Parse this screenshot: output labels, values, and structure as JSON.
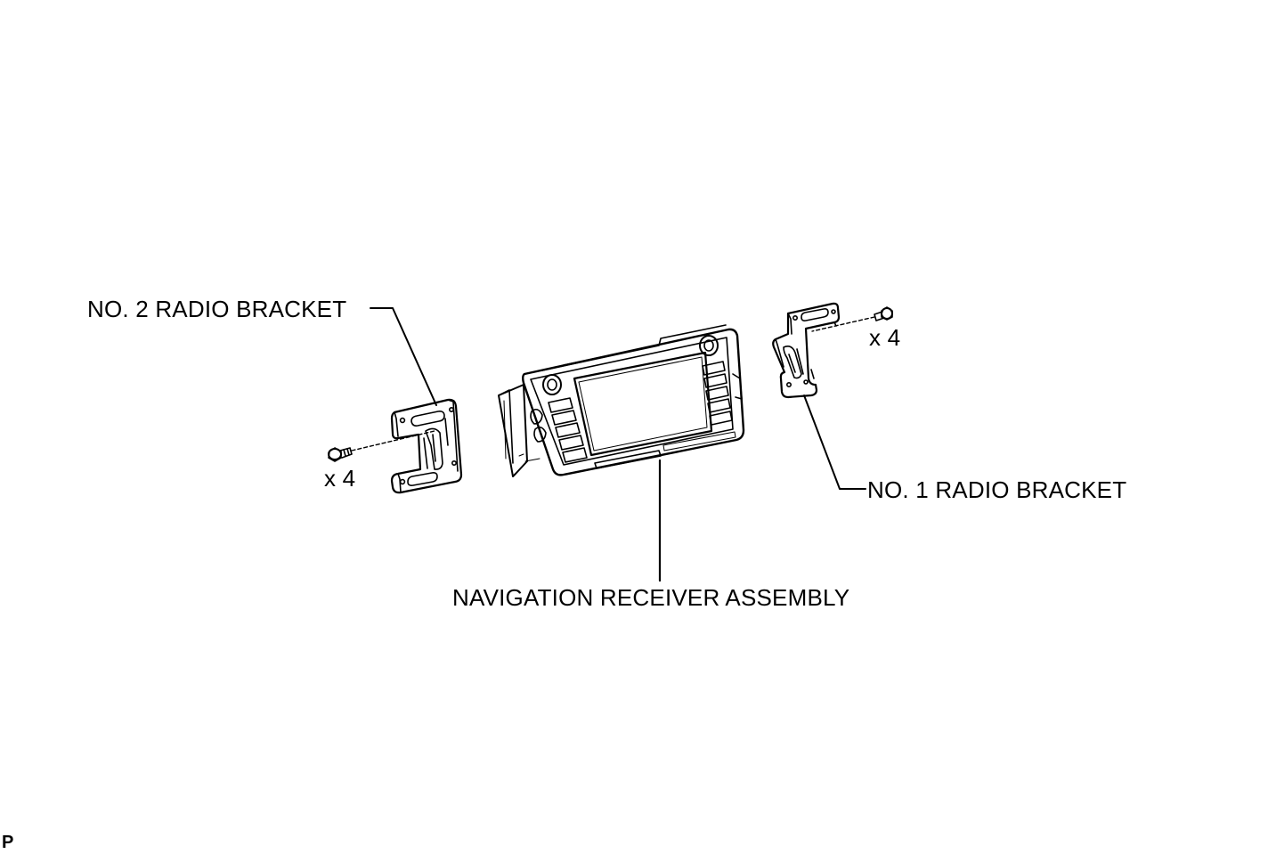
{
  "labels": {
    "no2_radio_bracket": "NO. 2 RADIO BRACKET",
    "no1_radio_bracket": "NO. 1 RADIO BRACKET",
    "navigation_receiver_assembly": "NAVIGATION RECEIVER ASSEMBLY",
    "screw_count_left": "x 4",
    "screw_count_right": "x 4",
    "corner_mark": "P"
  },
  "colors": {
    "line": "#000000",
    "background": "#ffffff"
  }
}
